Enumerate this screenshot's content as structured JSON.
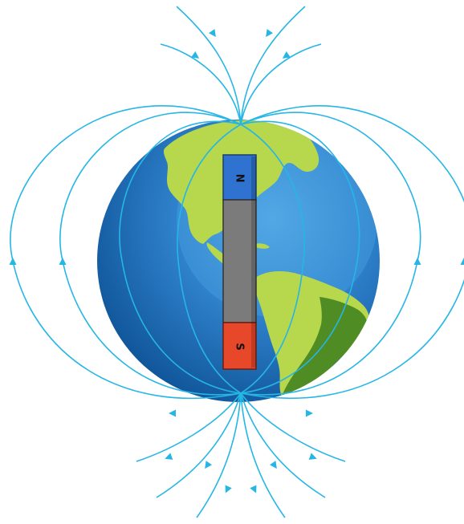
{
  "magnet": {
    "north_label": "N",
    "south_label": "S",
    "north_color": "#2f72cf",
    "body_color": "#7b7b7b",
    "south_color": "#e8482a"
  },
  "colors": {
    "field_lines": "#26b6e6",
    "ocean_dark": "#0e5aa0",
    "ocean_light": "#3c93d9",
    "land_light": "#b5d64a",
    "land_dark": "#4f8c23"
  },
  "icons": {
    "earth": "earth-globe",
    "magnet": "bar-magnet",
    "arrow": "field-direction-arrow"
  }
}
